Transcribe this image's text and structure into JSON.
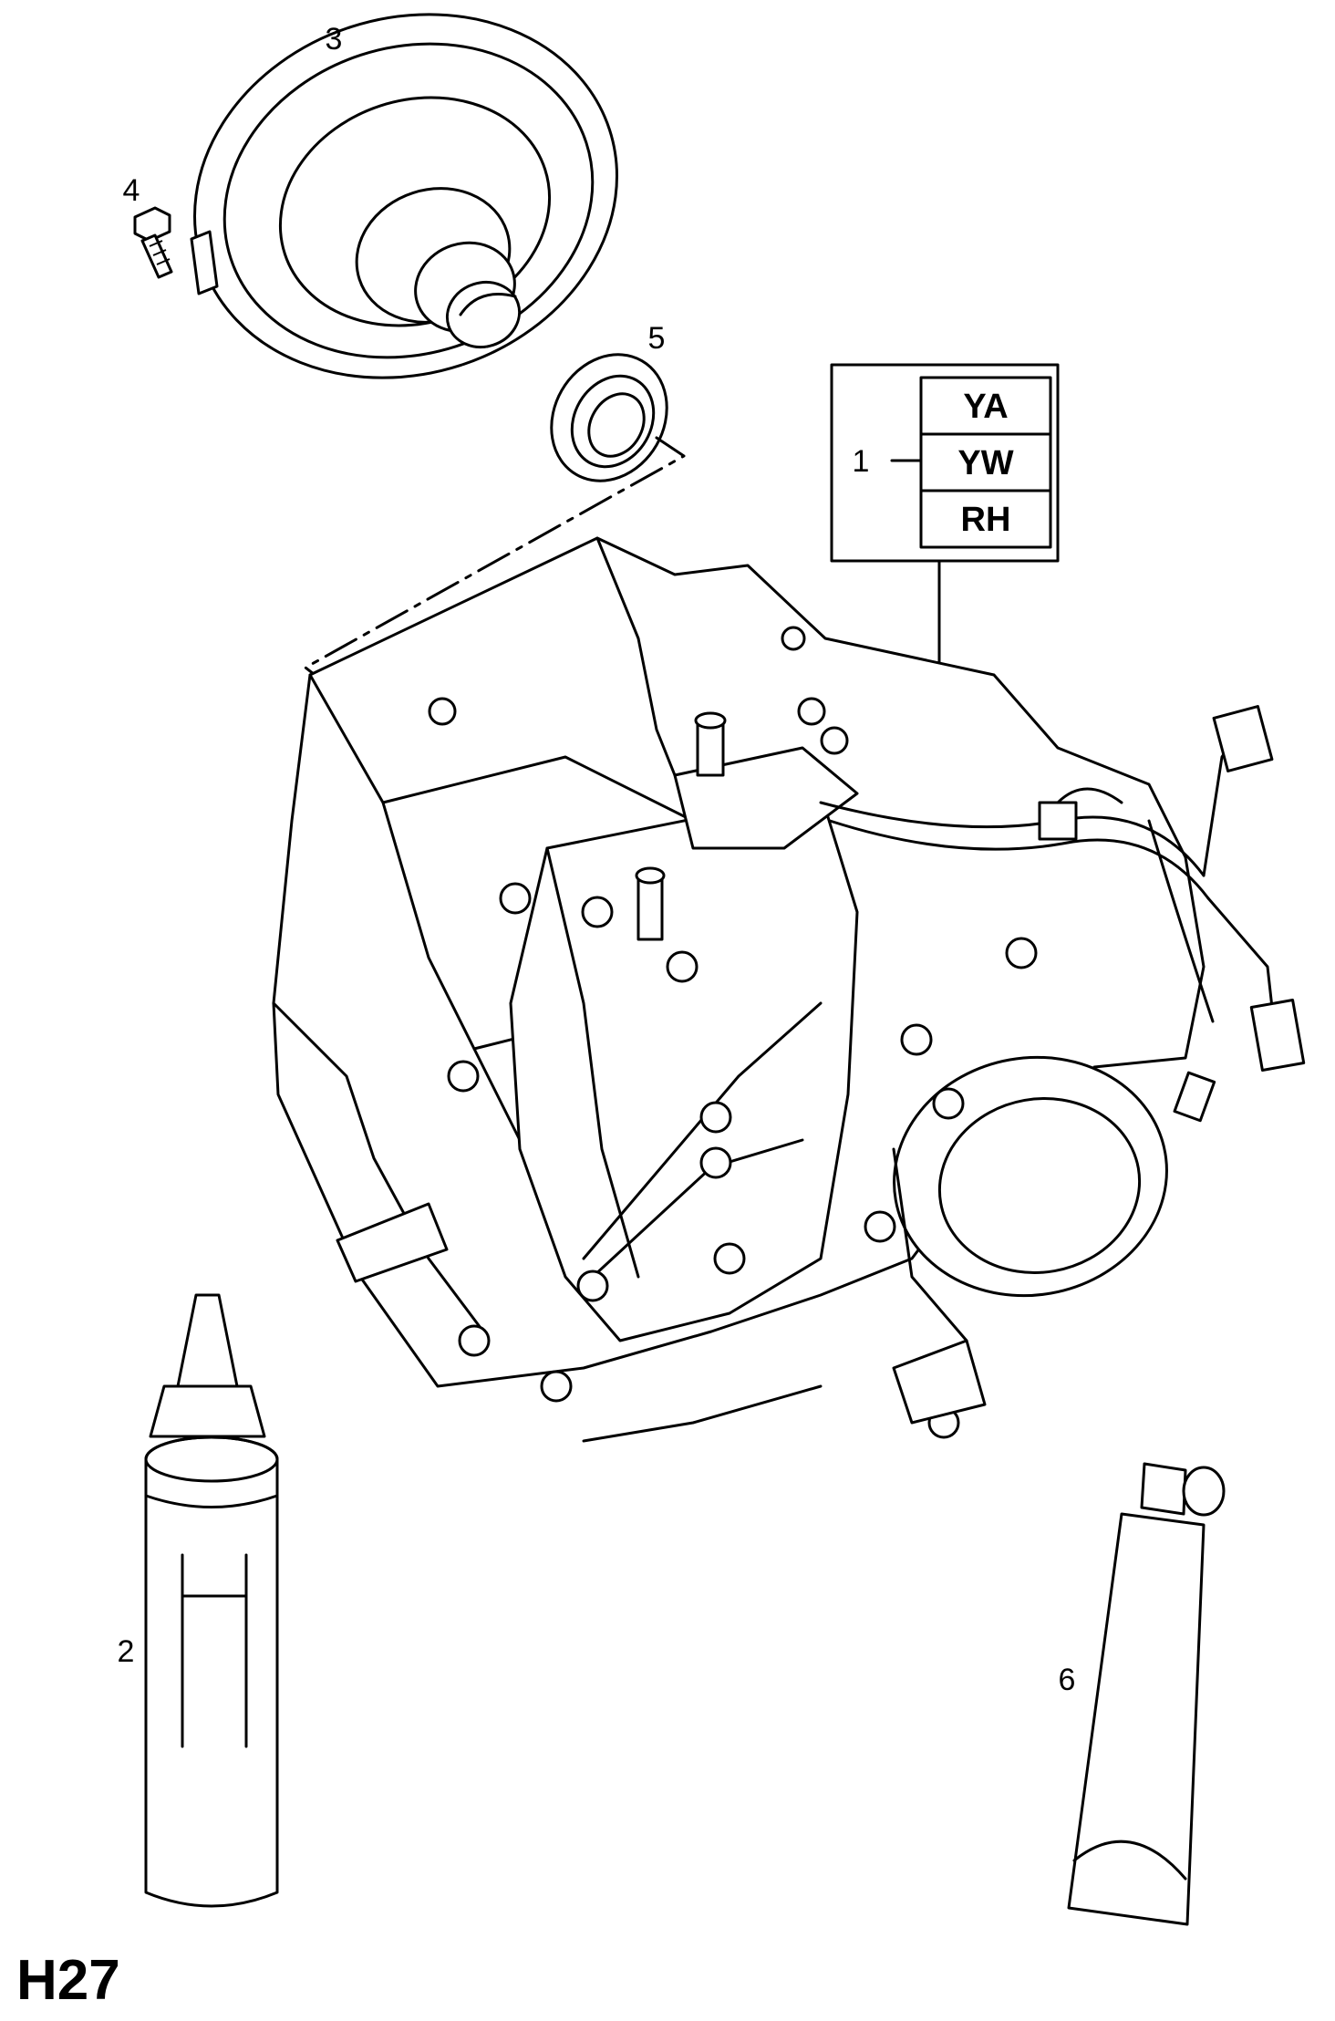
{
  "callouts": {
    "c1": "1",
    "c2": "2",
    "c3": "3",
    "c4": "4",
    "c5": "5",
    "c6": "6"
  },
  "variant_codes": [
    "YA",
    "YW",
    "RH"
  ],
  "page_code": "H27"
}
